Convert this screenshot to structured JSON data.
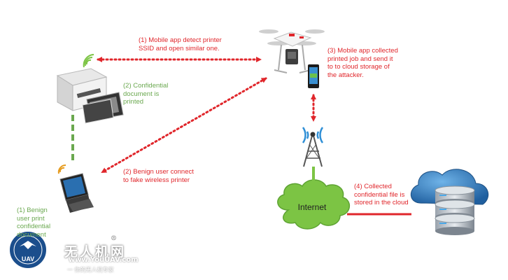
{
  "labels": {
    "step1": "(1) Mobile app detect printer\nSSID and open similar one.",
    "step2": "(2) Confidential\ndocument is\nprinted",
    "step3": "(3) Mobile app collected\nprinted job and send it\nto to cloud storage of\nthe attacker.",
    "step2b": "(2) Benign user connect\nto fake wireless printer",
    "step4": "(4) Collected\nconfidential file is\nstored in the cloud",
    "step1b": "(1) Benign\nuser print\nconfidential\ndocument"
  },
  "internet_label": "Internet",
  "watermark": {
    "chinese": "无人机网",
    "url": "www.YouUAV.com",
    "subtitle": "一 你的无人机专家",
    "badge": "UAV",
    "registered": "®"
  },
  "colors": {
    "attack_red": "#e0262b",
    "benign_green": "#6aa84f",
    "cloud_green": "#7cc444",
    "tower_green": "#7cc444",
    "storage_blue": "#1f6fb5"
  }
}
